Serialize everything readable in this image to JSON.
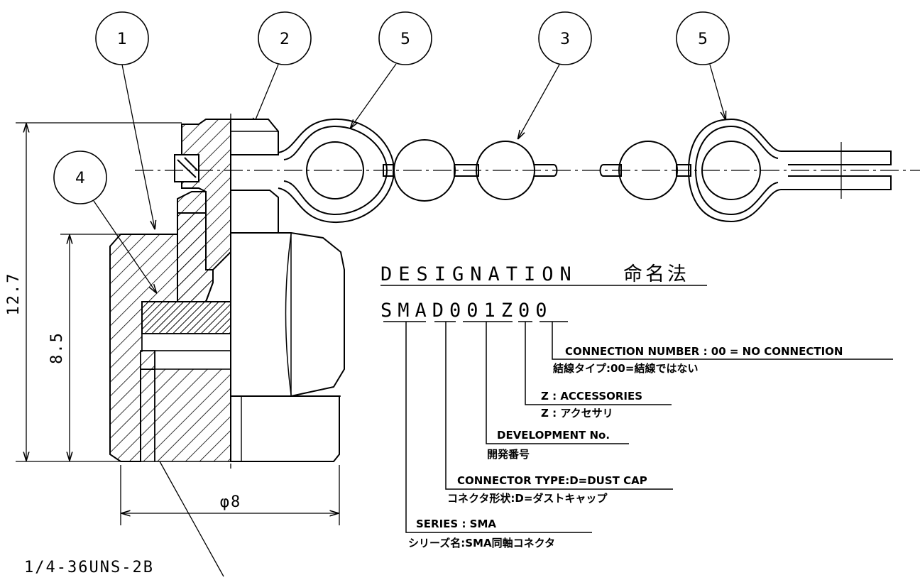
{
  "callouts": [
    "1",
    "2",
    "5",
    "3",
    "5",
    "4"
  ],
  "dimensions": {
    "height_total": "12.7",
    "height_hex": "8.5",
    "diameter": "φ8",
    "thread": "1/4-36UNS-2B"
  },
  "designation": {
    "title": "DESIGNATION",
    "title_jp": "命名法",
    "code": "SMAD001Z00",
    "labels": [
      {
        "en": "CONNECTION NUMBER : 00 = NO CONNECTION",
        "jp": "結線タイプ:00=結線ではない"
      },
      {
        "en": "Z : ACCESSORIES",
        "jp": "Z : アクセサリ"
      },
      {
        "en": "DEVELOPMENT No.",
        "jp": "開発番号"
      },
      {
        "en": "CONNECTOR TYPE:D=DUST CAP",
        "jp": "コネクタ形状:D=ダストキャップ"
      },
      {
        "en": "SERIES : SMA",
        "jp": "シリーズ名:SMA同軸コネクタ"
      }
    ]
  }
}
